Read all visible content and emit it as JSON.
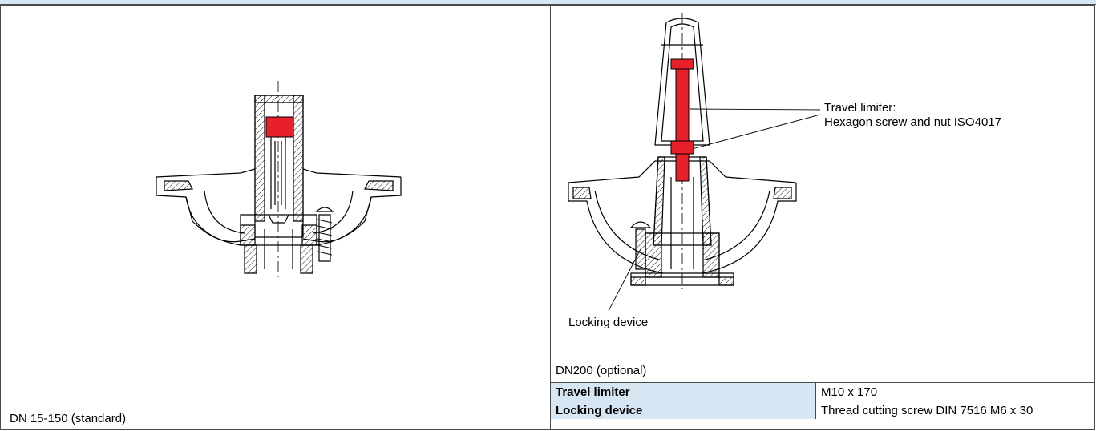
{
  "left": {
    "caption": "DN 15-150 (standard)"
  },
  "right": {
    "callout_travel_limiter_line1": "Travel limiter:",
    "callout_travel_limiter_line2": "Hexagon screw and nut ISO4017",
    "callout_locking_device": "Locking device",
    "caption": "DN200 (optional)",
    "spec_rows": [
      {
        "label": "Travel limiter",
        "value": "M10 x 170"
      },
      {
        "label": "Locking device",
        "value": "Thread cutting screw DIN 7516 M6 x 30"
      }
    ]
  },
  "colors": {
    "header_band": "#d6e6f3",
    "highlight_part": "#e8202a",
    "line": "#4a4a4a"
  }
}
